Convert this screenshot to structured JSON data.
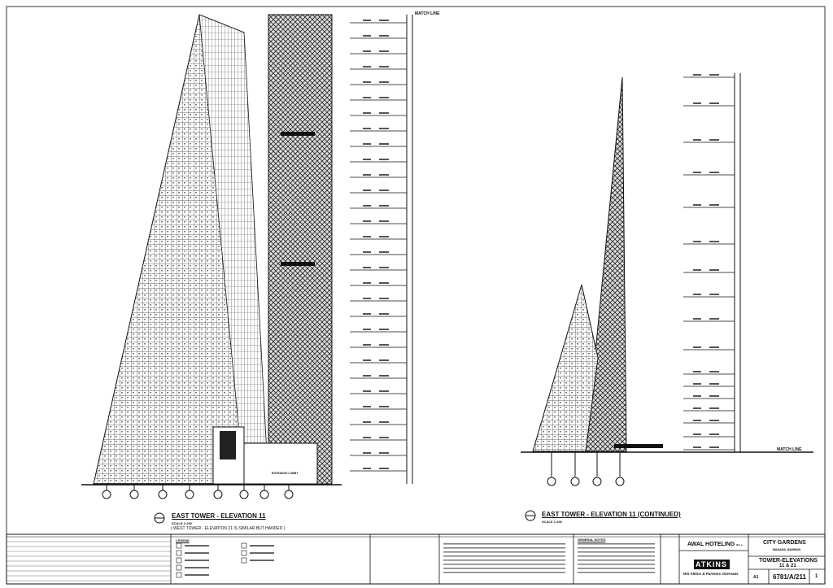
{
  "drawing": {
    "match_line_label": "MATCH LINE",
    "views": [
      {
        "title": "EAST TOWER - ELEVATION 11",
        "scale": "SCALE 1:200",
        "note": "( WEST TOWER - ELEVATION 21 IS SIMILAR BUT HANDED )"
      },
      {
        "title": "EAST TOWER - ELEVATION 11 (CONTINUED)",
        "scale": "SCALE 1:200"
      }
    ],
    "entrance_label": "ENTRANCE LOBBY"
  },
  "title_block": {
    "legend_heading": "LEGEND",
    "general_notes_heading": "GENERAL NOTES",
    "client": "AWAL HOTELING",
    "client_suffix": "W.L.L.",
    "consultant_logo": "ATKINS",
    "consultant_name": "WS Atkins & Partners Overseas",
    "project": "CITY GARDENS",
    "location": "MANAMA, BAHRAIN",
    "drawing_title_line1": "TOWER-ELEVATIONS",
    "drawing_title_line2": "11 & 21",
    "size": "A1",
    "drawing_number": "6781/A/211",
    "revision": "1"
  }
}
